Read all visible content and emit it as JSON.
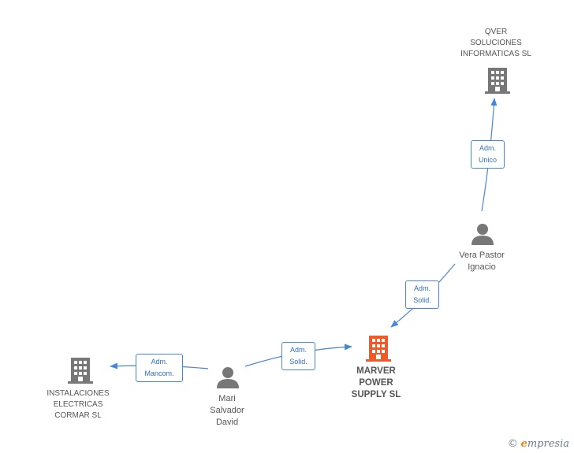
{
  "nodes": {
    "qver": {
      "label": "QVER\nSOLUCIONES\nINFORMATICAS SL",
      "icon": "building-icon",
      "color": "#777777"
    },
    "vera": {
      "label": "Vera Pastor\nIgnacio",
      "icon": "person-icon",
      "color": "#777777"
    },
    "marver": {
      "label": "MARVER\nPOWER\nSUPPLY SL",
      "icon": "building-icon",
      "color": "#f05a28"
    },
    "mari": {
      "label": "Mari\nSalvador\nDavid",
      "icon": "person-icon",
      "color": "#777777"
    },
    "instalaciones": {
      "label": "INSTALACIONES\nELECTRICAS\nCORMAR SL",
      "icon": "building-icon",
      "color": "#777777"
    }
  },
  "edges": {
    "vera_qver": {
      "label": "Adm.\nUnico"
    },
    "vera_marver": {
      "label": "Adm.\nSolid."
    },
    "mari_marver": {
      "label": "Adm.\nSolid."
    },
    "mari_instalaciones": {
      "label": "Adm.\nMancom."
    }
  },
  "colors": {
    "edge": "#4a86d6",
    "edge_text": "#2f6fc4"
  },
  "brand": {
    "copyright": "©",
    "e": "e",
    "rest": "mpresia"
  }
}
